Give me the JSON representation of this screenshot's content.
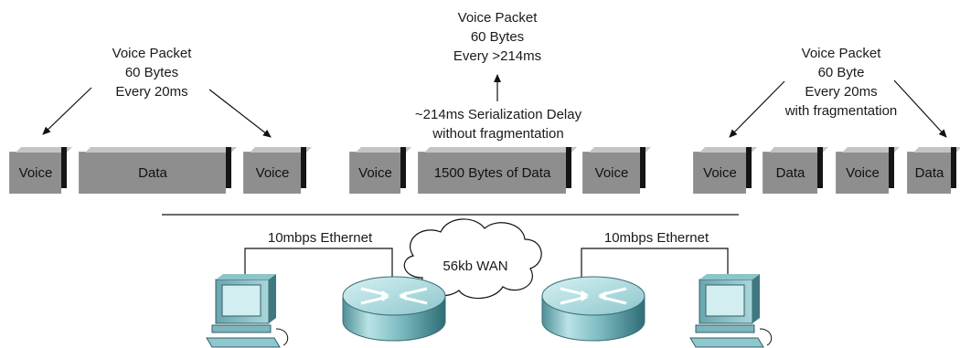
{
  "labels": {
    "left": [
      "Voice Packet",
      "60 Bytes",
      "Every 20ms"
    ],
    "middle_top": [
      "Voice Packet",
      "60 Bytes",
      "Every >214ms"
    ],
    "middle_delay": [
      "~214ms Serialization Delay",
      "without fragmentation"
    ],
    "right": [
      "Voice Packet",
      "60 Byte",
      "Every 20ms",
      "with fragmentation"
    ]
  },
  "packets": {
    "left": [
      "Voice",
      "Data",
      "Voice"
    ],
    "middle": [
      "Voice",
      "1500 Bytes of Data",
      "Voice"
    ],
    "right": [
      "Voice",
      "Data",
      "Voice",
      "Data"
    ]
  },
  "network": {
    "left_link": "10mbps Ethernet",
    "wan": "56kb WAN",
    "right_link": "10mbps Ethernet"
  }
}
